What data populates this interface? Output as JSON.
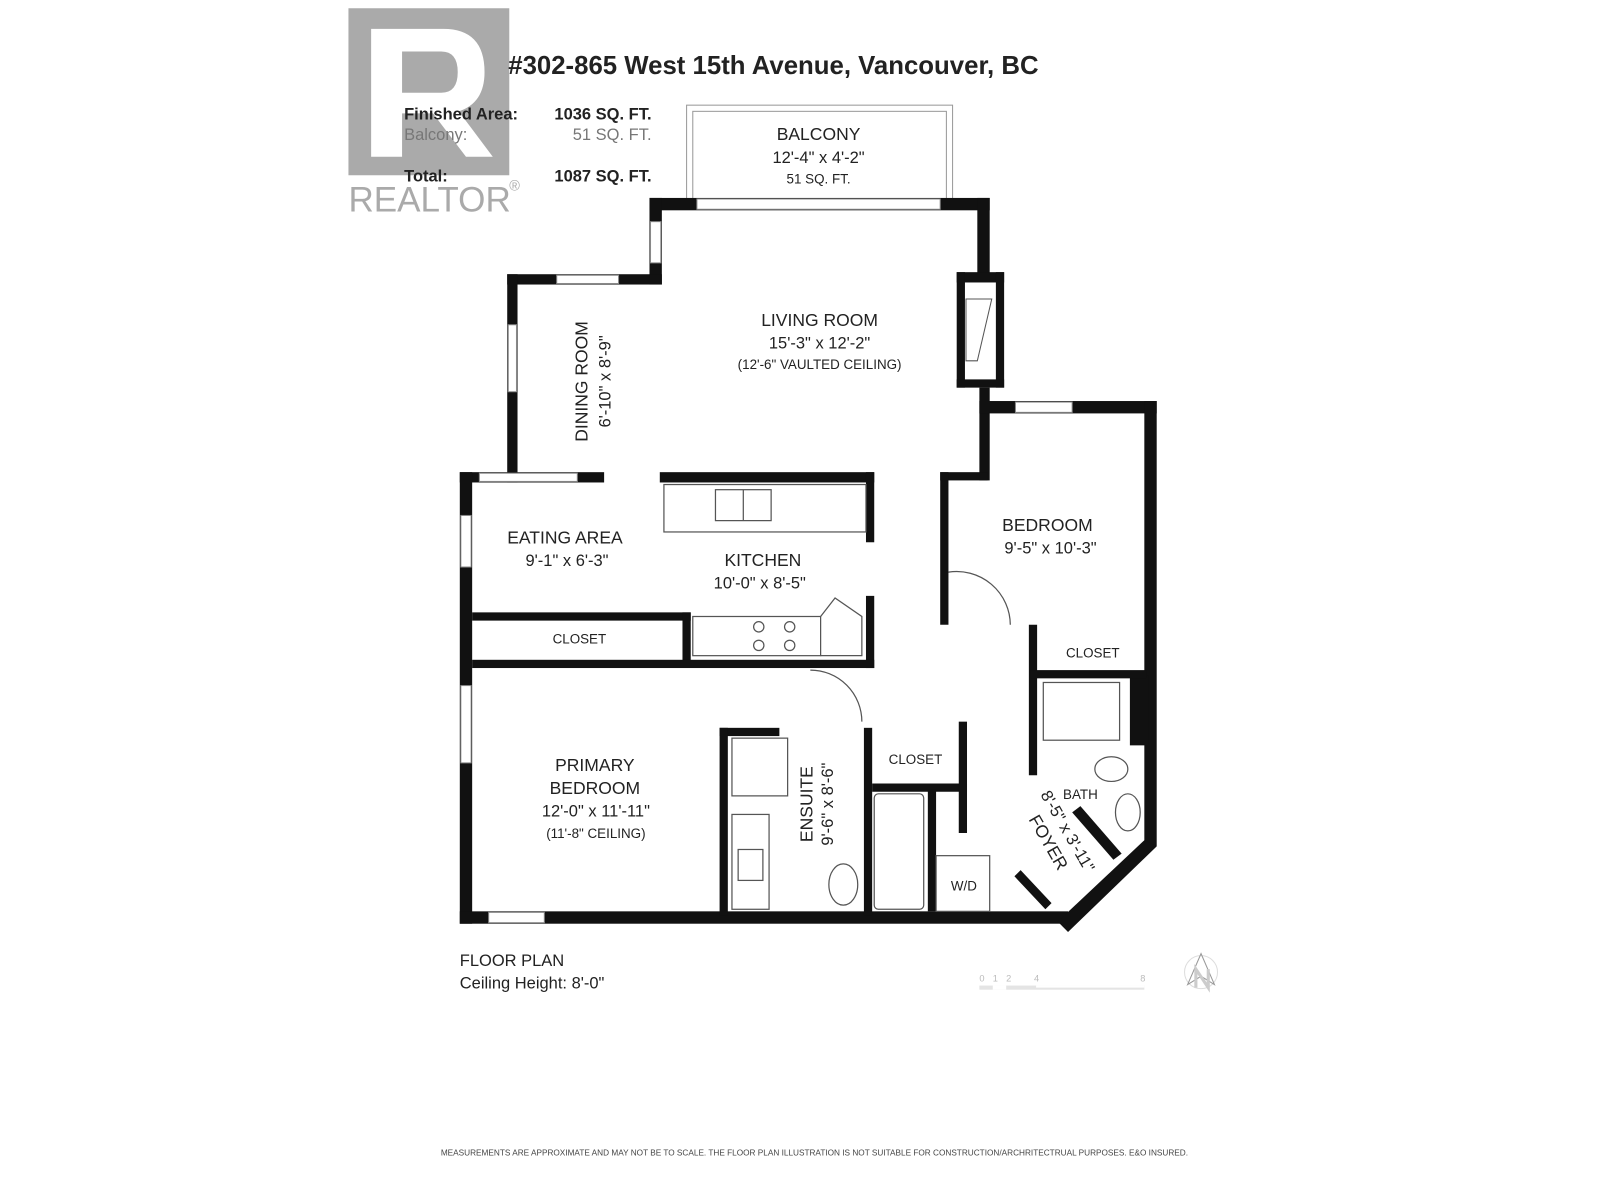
{
  "logo": {
    "text": "REALTOR",
    "mark": "®",
    "letter": "R"
  },
  "title": "#302-865 West 15th Avenue, Vancouver, BC",
  "areas": {
    "finished_label": "Finished Area:",
    "finished_value": "1036 SQ. FT.",
    "balcony_label": "Balcony:",
    "balcony_value": "51 SQ. FT.",
    "total_label": "Total:",
    "total_value": "1087 SQ. FT."
  },
  "rooms": {
    "balcony": {
      "name": "BALCONY",
      "dims": "12'-4\" x 4'-2\"",
      "note": "51 SQ. FT."
    },
    "living": {
      "name": "LIVING ROOM",
      "dims": "15'-3\" x 12'-2\"",
      "note": "(12'-6\" VAULTED CEILING)"
    },
    "dining": {
      "name": "DINING ROOM",
      "dims": "6'-10\" x 8'-9\""
    },
    "eating": {
      "name": "EATING AREA",
      "dims": "9'-1\" x 6'-3\""
    },
    "kitchen": {
      "name": "KITCHEN",
      "dims": "10'-0\" x 8'-5\""
    },
    "bedroom": {
      "name": "BEDROOM",
      "dims": "9'-5\" x 10'-3\""
    },
    "closet1": {
      "name": "CLOSET"
    },
    "closet2": {
      "name": "CLOSET"
    },
    "closet3": {
      "name": "CLOSET"
    },
    "primary": {
      "name1": "PRIMARY",
      "name2": "BEDROOM",
      "dims": "12'-0\" x  11'-11\"",
      "note": "(11'-8\" CEILING)"
    },
    "ensuite": {
      "name": "ENSUITE",
      "dims": "9'-6\" x 8'-6\""
    },
    "bath": {
      "name": "BATH"
    },
    "foyer": {
      "name": "FOYER",
      "dims": "8'-5\" x 3'-11\""
    },
    "wd": {
      "name": "W/D"
    }
  },
  "footer": {
    "plan_label": "FLOOR PLAN",
    "ceiling": "Ceiling Height: 8'-0\""
  },
  "scale": {
    "ticks": [
      "0",
      "1",
      "2",
      "4",
      "8"
    ]
  },
  "disclaimer": "MEASUREMENTS ARE APPROXIMATE AND MAY NOT BE TO SCALE. THE FLOOR PLAN ILLUSTRATION IS NOT SUITABLE FOR CONSTRUCTION/ARCHRITECTRUAL PURPOSES. E&O INSURED."
}
